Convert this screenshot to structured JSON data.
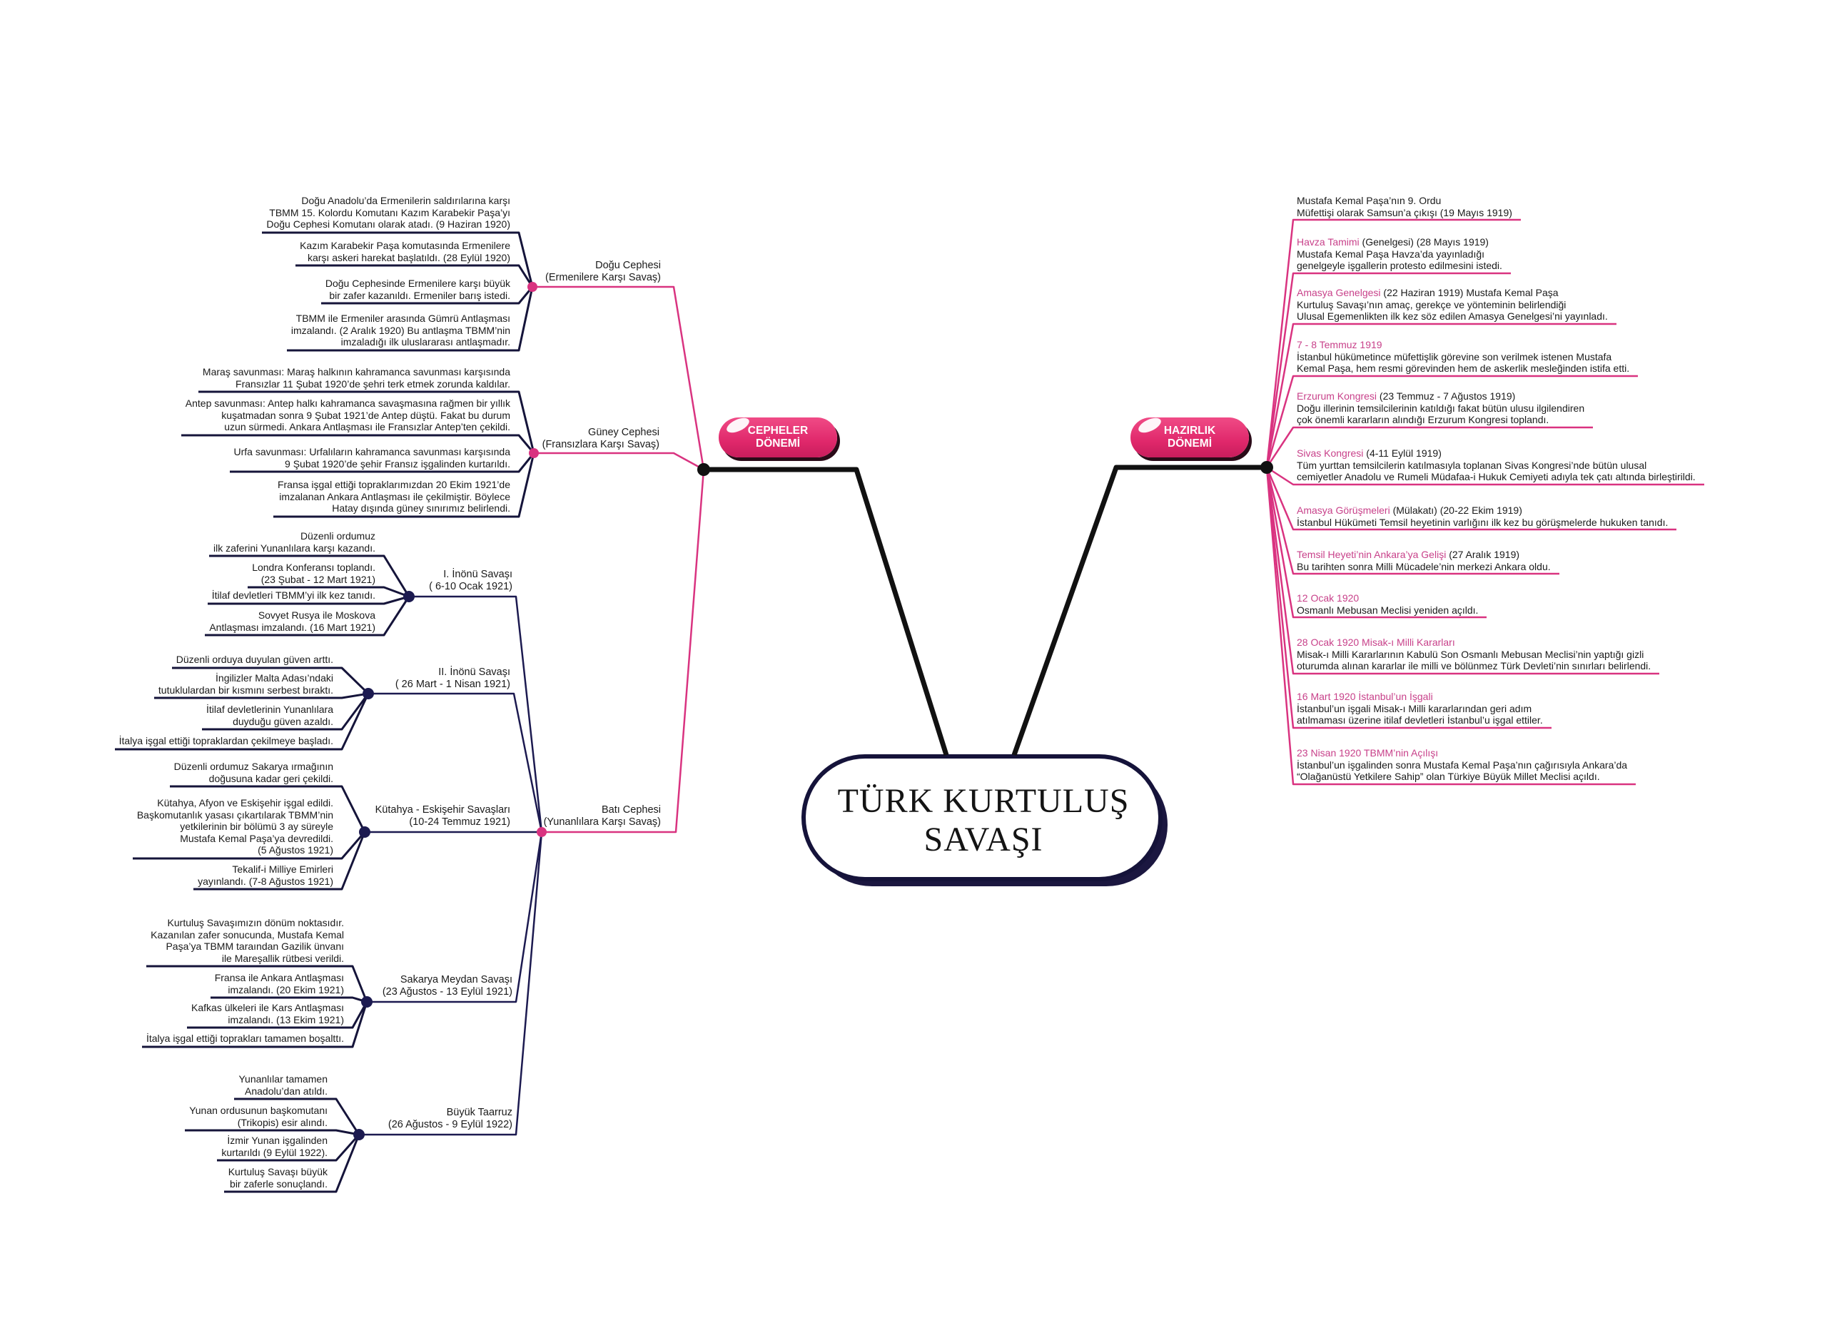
{
  "title": {
    "line1": "TÜRK KURTULUŞ",
    "line2": "SAVAŞI"
  },
  "colors": {
    "accent": "#e0306f",
    "branch_pink": "#d93380",
    "navy": "#1c1a50",
    "title_pink": "#c8418a"
  },
  "cepheler": {
    "label1": "CEPHELER",
    "label2": "DÖNEMİ",
    "fronts": [
      {
        "name": "Doğu Cephesi",
        "subtitle": "(Ermenilere Karşı Savaş)",
        "events": [
          [
            "Doğu Anadolu’da Ermenilerin saldırılarına karşı",
            "TBMM 15. Kolordu Komutanı Kazım  Karabekir Paşa’yı",
            "Doğu Cephesi Komutanı olarak atadı. (9 Haziran 1920)"
          ],
          [
            "Kazım Karabekir Paşa komutasında Ermenilere",
            "karşı askeri harekat başlatıldı. (28 Eylül 1920)"
          ],
          [
            "Doğu Cephesinde Ermenilere  karşı büyük",
            "bir zafer kazanıldı. Ermeniler barış istedi."
          ],
          [
            "TBMM ile Ermeniler arasında Gümrü Antlaşması",
            "imzalandı. (2 Aralık 1920) Bu antlaşma TBMM’nin",
            "imzaladığı ilk uluslararası antlaşmadır."
          ]
        ]
      },
      {
        "name": "Güney Cephesi",
        "subtitle": "(Fransızlara Karşı Savaş)",
        "events": [
          [
            "Maraş savunması: Maraş halkının kahramanca savunması karşısında",
            "Fransızlar 11 Şubat 1920’de şehri terk etmek zorunda kaldılar."
          ],
          [
            "Antep savunması: Antep halkı kahramanca savaşmasına rağmen bir yıllık",
            "kuşatmadan sonra 9 Şubat 1921’de Antep düştü. Fakat bu durum",
            "uzun sürmedi. Ankara Antlaşması ile Fransızlar Antep’ten çekildi."
          ],
          [
            "Urfa savunması: Urfalıların kahramanca savunması karşısında",
            "9 Şubat 1920’de şehir Fransız işgalinden kurtarıldı."
          ],
          [
            "Fransa işgal ettiği topraklarımızdan 20 Ekim 1921’de",
            "imzalanan Ankara Antlaşması ile çekilmiştir. Böylece",
            "Hatay dışında güney sınırımız belirlendi."
          ]
        ]
      },
      {
        "name": "Batı Cephesi",
        "subtitle": "(Yunanlılara Karşı Savaş)",
        "battles": [
          {
            "name": "I. İnönü Savaşı",
            "date": "( 6-10 Ocak 1921)",
            "events": [
              [
                "Düzenli ordumuz",
                "ilk zaferini Yunanlılara karşı kazandı."
              ],
              [
                "Londra Konferansı toplandı.",
                "(23 Şubat - 12 Mart 1921)"
              ],
              [
                "İtilaf devletleri TBMM’yi ilk kez tanıdı."
              ],
              [
                "Sovyet Rusya ile Moskova",
                "Antlaşması imzalandı. (16 Mart 1921)"
              ]
            ]
          },
          {
            "name": "II. İnönü Savaşı",
            "date": "( 26 Mart - 1 Nisan 1921)",
            "events": [
              [
                "Düzenli orduya duyulan güven arttı."
              ],
              [
                "İngilizler Malta Adası’ndaki",
                "tutuklulardan bir kısmını serbest bıraktı."
              ],
              [
                "İtilaf devletlerinin Yunanlılara",
                "duyduğu güven azaldı."
              ],
              [
                "İtalya işgal ettiği topraklardan çekilmeye başladı."
              ]
            ]
          },
          {
            "name": "Kütahya - Eskişehir Savaşları",
            "date": "(10-24 Temmuz 1921)",
            "events": [
              [
                "Düzenli ordumuz Sakarya ırmağının",
                "doğusuna kadar geri çekildi."
              ],
              [
                "Kütahya, Afyon ve Eskişehir işgal edildi.",
                "Başkomutanlık yasası çıkartılarak TBMM’nin",
                "yetkilerinin bir bölümü 3 ay süreyle",
                "Mustafa Kemal Paşa’ya devredildi.",
                "(5 Ağustos 1921)"
              ],
              [
                "Tekalif-i Milliye Emirleri",
                "yayınlandı. (7-8 Ağustos 1921)"
              ]
            ]
          },
          {
            "name": "Sakarya Meydan Savaşı",
            "date": "(23 Ağustos - 13 Eylül 1921)",
            "events": [
              [
                "Kurtuluş Savaşımızın dönüm noktasıdır.",
                "Kazanılan zafer sonucunda, Mustafa Kemal",
                "Paşa’ya TBMM taraından Gazilik ünvanı",
                "ile Mareşallik rütbesi verildi."
              ],
              [
                "Fransa ile Ankara Antlaşması",
                "imzalandı. (20 Ekim 1921)"
              ],
              [
                "Kafkas ülkeleri ile Kars Antlaşması",
                "imzalandı. (13 Ekim 1921)"
              ],
              [
                "İtalya işgal ettiği toprakları tamamen boşalttı."
              ]
            ]
          },
          {
            "name": "Büyük Taarruz",
            "date": "(26 Ağustos - 9 Eylül 1922)",
            "events": [
              [
                "Yunanlılar tamamen",
                "Anadolu’dan atıldı."
              ],
              [
                "Yunan ordusunun başkomutanı",
                "(Trikopis) esir alındı."
              ],
              [
                "İzmir Yunan işgalinden",
                "kurtarıldı (9 Eylül 1922)."
              ],
              [
                "Kurtuluş Savaşı büyük",
                "bir zaferle sonuçlandı."
              ]
            ]
          }
        ]
      }
    ]
  },
  "hazirlik": {
    "label1": "HAZIRLIK",
    "label2": "DÖNEMİ",
    "events": [
      {
        "title": "",
        "rest": "Mustafa Kemal Paşa’nın 9. Ordu",
        "lines": [
          "Müfettişi olarak Samsun’a çıkışı (19 Mayıs 1919)"
        ]
      },
      {
        "title": "Havza Tamimi",
        "rest": " (Genelgesi) (28 Mayıs 1919)",
        "lines": [
          "Mustafa Kemal Paşa Havza’da yayınladığı",
          "genelgeyle işgallerin protesto edilmesini istedi."
        ]
      },
      {
        "title": "Amasya Genelgesi",
        "rest": "  (22 Haziran 1919) Mustafa Kemal Paşa",
        "lines": [
          "Kurtuluş Savaşı’nın amaç, gerekçe ve yönteminin belirlendiği",
          "Ulusal Egemenlikten ilk kez söz edilen Amasya Genelgesi’ni yayınladı."
        ]
      },
      {
        "title": "7 - 8 Temmuz 1919",
        "rest": "",
        "lines": [
          "İstanbul hükümetince müfettişlik görevine son verilmek istenen Mustafa",
          "Kemal Paşa,  hem resmi görevinden hem de askerlik mesleğinden istifa etti."
        ]
      },
      {
        "title": "Erzurum Kongresi",
        "rest": " (23 Temmuz - 7 Ağustos 1919)",
        "lines": [
          "Doğu illerinin temsilcilerinin katıldığı fakat bütün ulusu ilgilendiren",
          "çok önemli kararların alındığı Erzurum Kongresi toplandı."
        ]
      },
      {
        "title": "Sivas Kongresi",
        "rest": " (4-11 Eylül 1919)",
        "lines": [
          "Tüm yurttan temsilcilerin katılmasıyla toplanan Sivas Kongresi’nde bütün ulusal",
          "cemiyetler Anadolu ve Rumeli Müdafaa-i Hukuk Cemiyeti adıyla tek çatı altında birleştirildi."
        ]
      },
      {
        "title": "Amasya Görüşmeleri",
        "rest": " (Mülakatı) (20-22 Ekim 1919)",
        "lines": [
          "İstanbul Hükümeti Temsil heyetinin varlığını ilk kez bu görüşmelerde hukuken tanıdı."
        ]
      },
      {
        "title": "Temsil Heyeti’nin Ankara’ya Gelişi",
        "rest": " (27 Aralık 1919)",
        "lines": [
          "Bu tarihten sonra Milli  Mücadele’nin merkezi Ankara oldu."
        ]
      },
      {
        "title": "12 Ocak 1920",
        "rest": "",
        "lines": [
          "Osmanlı Mebusan Meclisi yeniden açıldı."
        ]
      },
      {
        "title": "28 Ocak 1920 Misak-ı Milli Kararları",
        "rest": "",
        "lines": [
          "Misak-ı Milli Kararlarının Kabulü Son Osmanlı Mebusan Meclisi’nin yaptığı gizli",
          "oturumda alınan kararlar ile milli ve bölünmez Türk Devleti’nin sınırları belirlendi."
        ]
      },
      {
        "title": "16 Mart 1920 İstanbul’un İşgali",
        "rest": "",
        "lines": [
          "İstanbul’un işgali Misak-ı Milli kararlarından geri adım",
          "atılmaması üzerine itilaf devletleri İstanbul’u işgal ettiler."
        ]
      },
      {
        "title": "23 Nisan 1920 TBMM’nin Açılışı",
        "rest": "",
        "lines": [
          "İstanbul’un işgalinden sonra Mustafa Kemal Paşa’nın çağırısıyla Ankara’da",
          "“Olağanüstü Yetkilere Sahip” olan Türkiye Büyük Millet Meclisi açıldı."
        ]
      }
    ]
  }
}
